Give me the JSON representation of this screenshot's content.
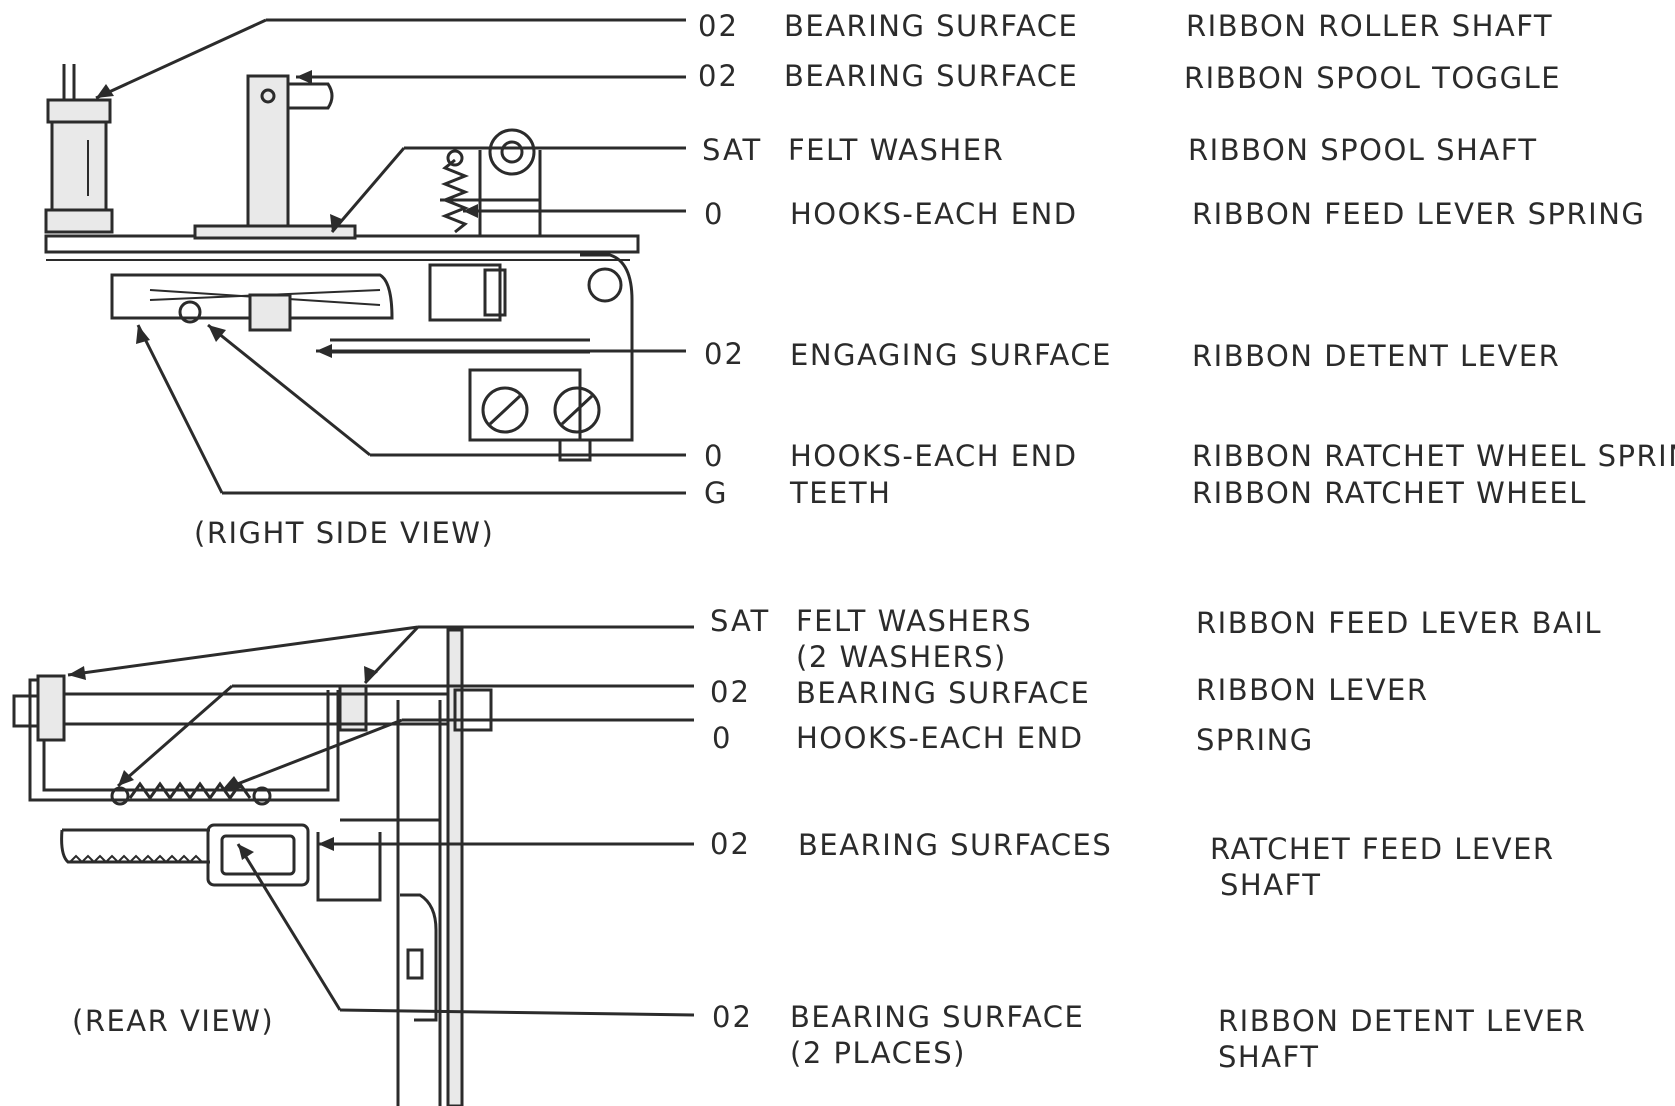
{
  "views": {
    "right_side": "(RIGHT SIDE VIEW)",
    "rear": "(REAR VIEW)"
  },
  "callouts": [
    {
      "code": "02",
      "point": "BEARING SURFACE",
      "part": "RIBBON ROLLER SHAFT"
    },
    {
      "code": "02",
      "point": "BEARING SURFACE",
      "part": "RIBBON SPOOL TOGGLE"
    },
    {
      "code": "SAT",
      "point": "FELT WASHER",
      "part": "RIBBON SPOOL SHAFT"
    },
    {
      "code": "0",
      "point": "HOOKS-EACH END",
      "part": "RIBBON FEED LEVER SPRING"
    },
    {
      "code": "02",
      "point": "ENGAGING SURFACE",
      "part": "RIBBON DETENT LEVER"
    },
    {
      "code": "0",
      "point": "HOOKS-EACH END",
      "part": "RIBBON RATCHET WHEEL SPRING"
    },
    {
      "code": "G",
      "point": "TEETH",
      "part": "RIBBON RATCHET WHEEL"
    },
    {
      "code": "SAT",
      "point": "FELT WASHERS",
      "point2": "(2 WASHERS)",
      "part": "RIBBON FEED LEVER BAIL"
    },
    {
      "code": "02",
      "point": "BEARING SURFACE",
      "part": "RIBBON LEVER"
    },
    {
      "code": "0",
      "point": "HOOKS-EACH END",
      "part": "SPRING"
    },
    {
      "code": "02",
      "point": "BEARING SURFACES",
      "part": "RATCHET FEED LEVER",
      "part2": "SHAFT"
    },
    {
      "code": "02",
      "point": "BEARING SURFACE",
      "point2": "(2 PLACES)",
      "part": "RIBBON DETENT LEVER",
      "part2": "SHAFT"
    }
  ]
}
